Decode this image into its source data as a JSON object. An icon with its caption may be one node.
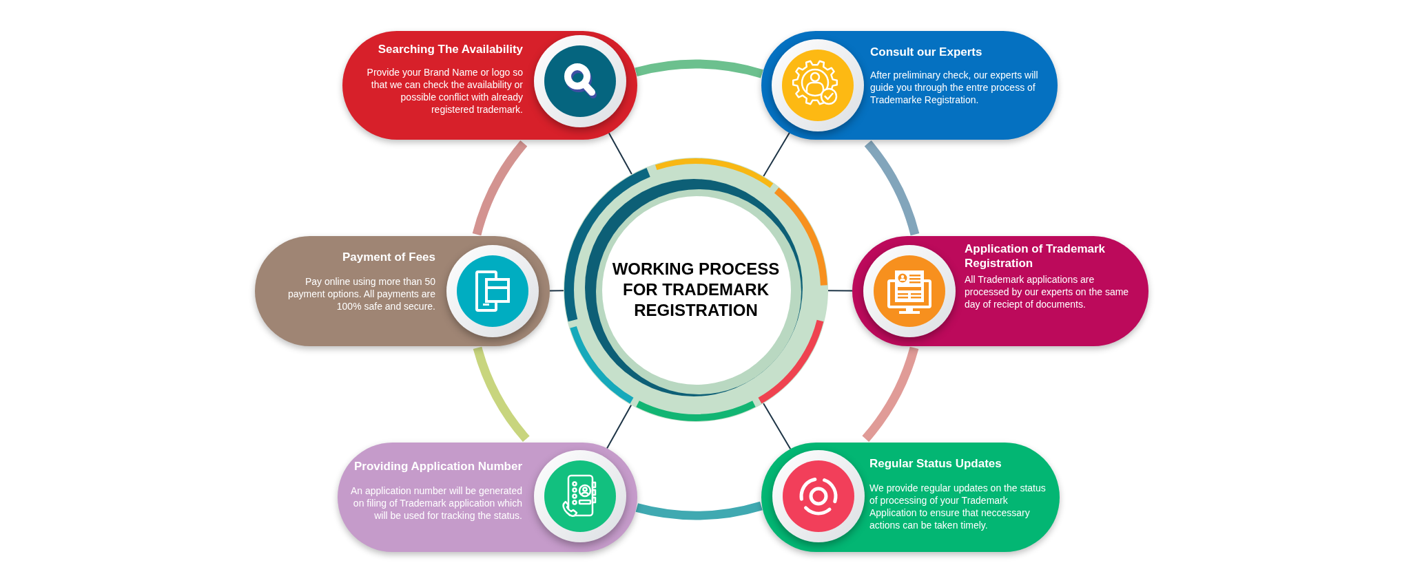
{
  "diagram": {
    "nodes": [
      {
        "text": [
          "Searching The Availability",
          "Provide your Brand Name or logo so that we can check the availability or possible conflict with already registered trademark."
        ]
      },
      {
        "text": [
          "Consult our Experts",
          "After preliminary check, our experts will guide you through the entre process of Trademarke Registration."
        ]
      },
      {
        "text": [
          "Payment of Fees",
          "Pay online using more than 50 payment options. All payments are 100% safe and secure."
        ]
      },
      {
        "text": [
          "WORKING PROCESS FOR TRADEMARK REGISTRATION"
        ]
      },
      {
        "text": [
          "Application of Trademark Registration",
          "All Trademark applications are processed by our experts on the same day of reciept of documents."
        ]
      },
      {
        "text": [
          "Providing Application Number",
          "An application number will be generated on filing of Trademark application which will be used for tracking the status."
        ]
      },
      {
        "text": [
          "Regular Status Updates",
          "We provide regular updates on the status of processing of your Trademark Application to ensure that neccessary actions can be taken timely."
        ]
      }
    ],
    "edges": [
      {
        "from": 3,
        "to": 0,
        "arrow": "none"
      },
      {
        "from": 3,
        "to": 1,
        "arrow": "none"
      },
      {
        "from": 3,
        "to": 2,
        "arrow": "none"
      },
      {
        "from": 3,
        "to": 4,
        "arrow": "none"
      },
      {
        "from": 3,
        "to": 5,
        "arrow": "none"
      },
      {
        "from": 3,
        "to": 6,
        "arrow": "none"
      },
      {
        "from": 0,
        "to": 1,
        "arrow": "none",
        "style": "thick",
        "color": "#6cc08e"
      },
      {
        "from": 1,
        "to": 4,
        "arrow": "none",
        "style": "thick",
        "color": "#82a5bb"
      },
      {
        "from": 4,
        "to": 6,
        "arrow": "none",
        "style": "thick",
        "color": "#e09b97"
      },
      {
        "from": 6,
        "to": 5,
        "arrow": "none",
        "style": "thick",
        "color": "#40a9b1"
      },
      {
        "from": 5,
        "to": 2,
        "arrow": "none",
        "style": "thick",
        "color": "#c8d57e"
      },
      {
        "from": 2,
        "to": 0,
        "arrow": "none",
        "style": "thick",
        "color": "#d39390"
      }
    ]
  }
}
